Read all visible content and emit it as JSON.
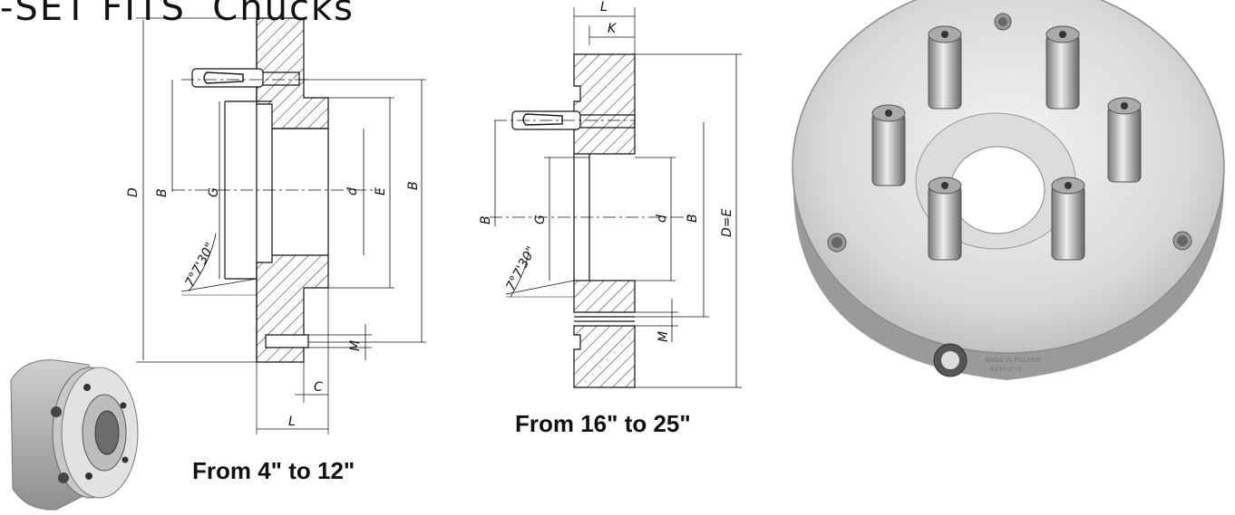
{
  "title": "-SET FITS  Chucks",
  "captions": {
    "small": "From 4\" to 12\"",
    "large": "From 16\" to 25\""
  },
  "drawing1": {
    "labels": {
      "D": "D",
      "B_left": "B",
      "G": "G",
      "d": "d",
      "E": "E",
      "B_right": "B",
      "angle": "7°7'30\"",
      "M": "M",
      "C": "C",
      "L": "L"
    }
  },
  "drawing2": {
    "labels": {
      "L": "L",
      "K": "K",
      "B_left": "B",
      "G": "G",
      "d": "d",
      "B_right": "B",
      "DE": "D=E",
      "angle": "7°7'30\"",
      "M": "M"
    }
  },
  "photo": {
    "stamp_line1": "MADE IN POLAND",
    "stamp_line2": "6245-8\"/5"
  }
}
